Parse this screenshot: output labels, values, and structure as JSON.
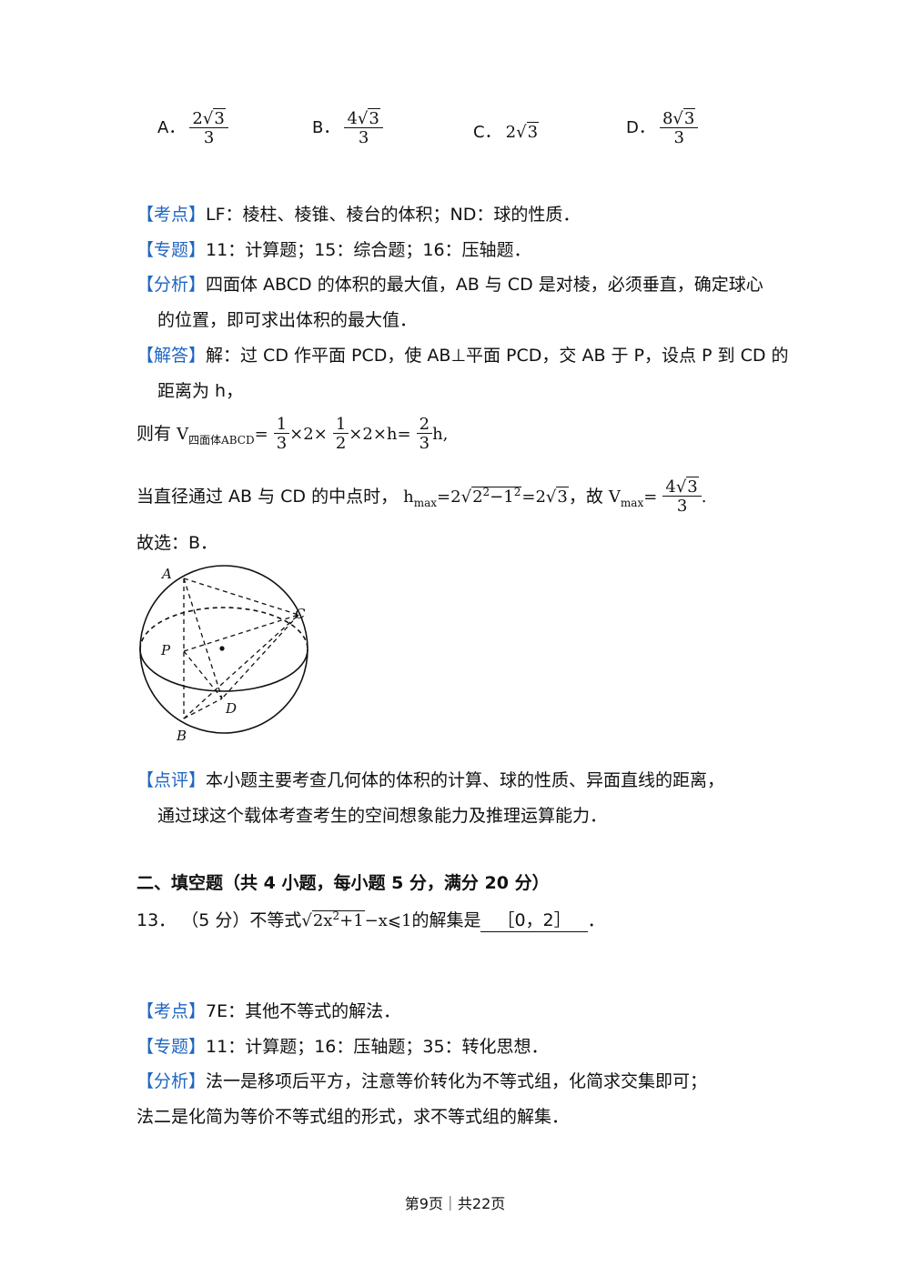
{
  "options": [
    {
      "label": "A．",
      "coef": "2",
      "rad": "3",
      "den": "3"
    },
    {
      "label": "B．",
      "coef": "4",
      "rad": "3",
      "den": "3"
    },
    {
      "label": "C．",
      "coef": "2",
      "rad": "3"
    },
    {
      "label": "D．",
      "coef": "8",
      "rad": "3",
      "den": "3"
    }
  ],
  "q12": {
    "kaodian_tag": "【考点】",
    "kaodian": "LF：棱柱、棱锥、棱台的体积；ND：球的性质．",
    "zhuanti_tag": "【专题】",
    "zhuanti": "11：计算题；15：综合题；16：压轴题．",
    "fenxi_tag": "【分析】",
    "fenxi_1": "四面体 ABCD 的体积的最大值，AB 与 CD 是对棱，必须垂直，确定球心",
    "fenxi_2": "的位置，即可求出体积的最大值．",
    "jieda_tag": "【解答】",
    "jieda_1": "解：过 CD 作平面 PCD，使 AB⊥平面 PCD，交 AB 于 P，设点 P 到 CD 的",
    "jieda_2": "距离为 h，",
    "zeyou": "则有",
    "v": "V",
    "v_sub": "四面体ABCD",
    "eq_1": "=",
    "one": "1",
    "three": "3",
    "times_2a": "×2×",
    "one_b": "1",
    "two_b": "2",
    "times_2b": "×2×h=",
    "two_c": "2",
    "three_c": "3",
    "h_end": "h,",
    "zhijing": "当直径通过 AB 与 CD 的中点时，",
    "h": "h",
    "max": "max",
    "eq_2": "=2",
    "r_base1": "2",
    "r_exp1": "2",
    "r_minus": "−1",
    "r_exp2": "2",
    "eq_3": "=2",
    "r_3": "3",
    "gu": "，故",
    "vmax_v": "V",
    "vmax_sub": "max",
    "eq_4": "=",
    "ans_coef": "4",
    "ans_rad": "3",
    "ans_den": "3",
    "period": ".",
    "guxuan": "故选：B．",
    "dianping_tag": "【点评】",
    "dianping_1": "本小题主要考查几何体的体积的计算、球的性质、异面直线的距离，",
    "dianping_2": "通过球这个载体考查考生的空间想象能力及推理运算能力．"
  },
  "figure_labels": {
    "A": "A",
    "B": "B",
    "C": "C",
    "D": "D",
    "P": "P"
  },
  "section2": {
    "heading": "二、填空题（共 4 小题，每小题 5 分，满分 20 分）"
  },
  "q13": {
    "number": "13．",
    "score": "（5 分）不等式",
    "rad_a": "2x",
    "rad_exp": "2",
    "rad_b": "+1",
    "tail": "−x⩽1",
    "mid": "的解集是",
    "answer": "［0，2］",
    "end": "．",
    "kaodian_tag": "【考点】",
    "kaodian": "7E：其他不等式的解法．",
    "zhuanti_tag": "【专题】",
    "zhuanti": "11：计算题；16：压轴题；35：转化思想．",
    "fenxi_tag": "【分析】",
    "fenxi_1": "法一是移项后平方，注意等价转化为不等式组，化简求交集即可；",
    "fenxi_2": "法二是化简为等价不等式组的形式，求不等式组的解集．"
  },
  "footer": "第9页｜共22页",
  "colors": {
    "tag": "#1f66c2",
    "text": "#111111"
  }
}
